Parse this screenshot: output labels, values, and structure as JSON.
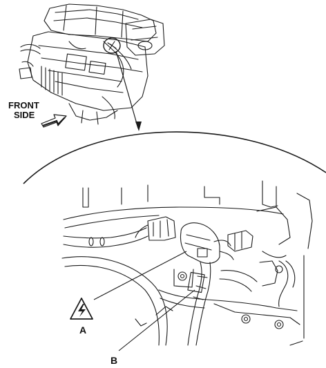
{
  "labels": {
    "front": "FRONT",
    "side": "SIDE",
    "callout_a": "A",
    "callout_b": "B"
  },
  "icons": {
    "warning": "high-voltage-warning-icon",
    "direction": "front-direction-arrow-icon"
  },
  "colors": {
    "line": "#1a1a1a",
    "background": "#ffffff"
  }
}
